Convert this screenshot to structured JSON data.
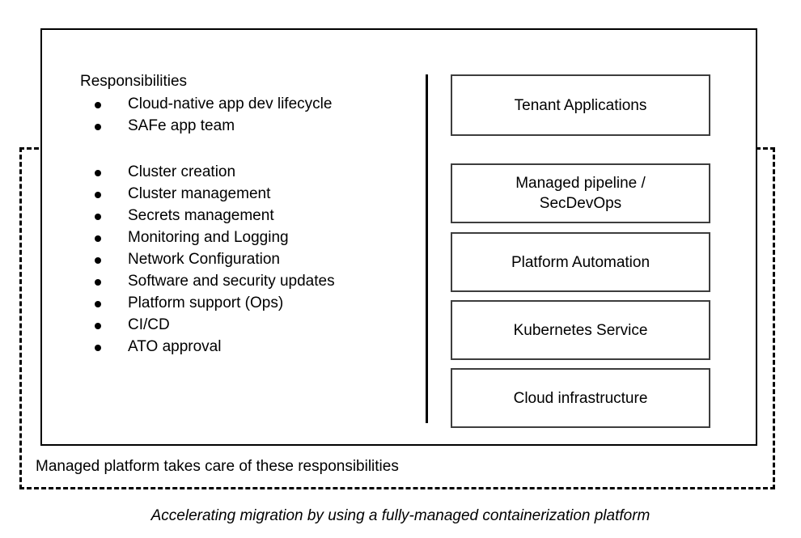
{
  "diagram": {
    "caption": "Accelerating migration by using a fully-managed containerization platform",
    "managed_scope_note": "Managed platform takes care of these responsibilities",
    "responsibilities": {
      "heading": "Responsibilities",
      "tenant_items": [
        {
          "label": "Cloud-native app dev lifecycle"
        },
        {
          "label": "SAFe app team"
        }
      ],
      "platform_items": [
        {
          "label": "Cluster creation"
        },
        {
          "label": "Cluster management"
        },
        {
          "label": "Secrets management"
        },
        {
          "label": "Monitoring and Logging"
        },
        {
          "label": "Network Configuration"
        },
        {
          "label": "Software and security updates"
        },
        {
          "label": "Platform support (Ops)"
        },
        {
          "label": "CI/CD"
        },
        {
          "label": "ATO approval"
        }
      ]
    },
    "layers": [
      {
        "label": "Tenant Applications"
      },
      {
        "label": "Managed pipeline /\nSecDevOps"
      },
      {
        "label": "Platform Automation"
      },
      {
        "label": "Kubernetes Service"
      },
      {
        "label": "Cloud infrastructure"
      }
    ],
    "colors": {
      "background": "#ffffff",
      "outline": "#000000",
      "layer_border": "#3d3d3d",
      "text": "#000000"
    }
  }
}
